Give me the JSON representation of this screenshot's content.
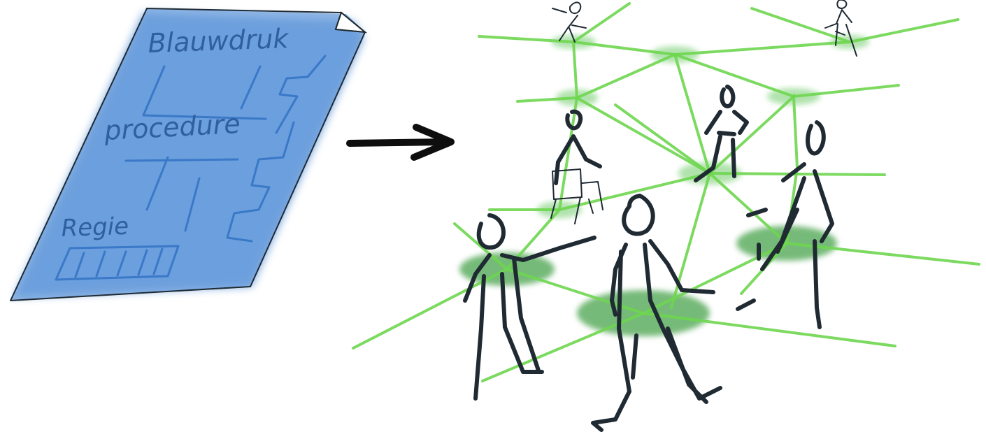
{
  "blueprint": {
    "title": "Blauwdruk",
    "procedure": "procedure",
    "regie": "Regie"
  }
}
